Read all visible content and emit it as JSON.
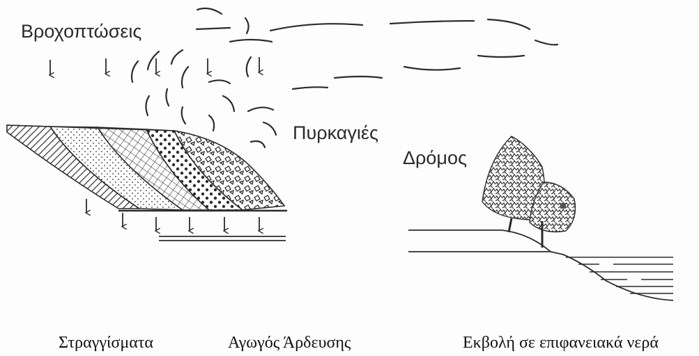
{
  "labels": {
    "rainfall": "Βροχοπτώσεις",
    "fires": "Πυρκαγιές",
    "road": "Δρόμος",
    "leachate": "Στραγγίσματα",
    "ignition_pipe": "Αγωγός Άρδευσης",
    "discharge": "Εκβολή σε επιφανειακά νερά"
  },
  "colors": {
    "ink": "#2b2b2b",
    "paper": "#fdfdfd"
  }
}
